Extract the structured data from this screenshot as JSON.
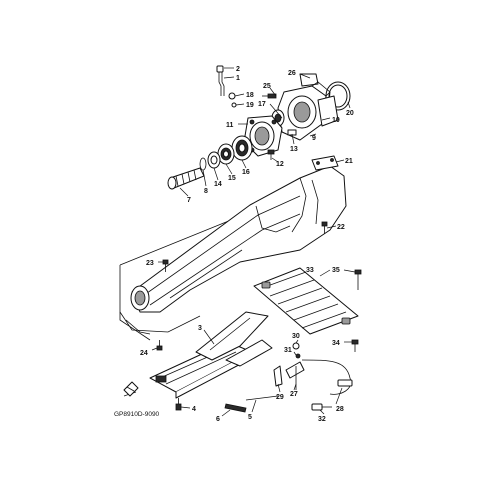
{
  "diagram": {
    "code": "GP8910D-9090",
    "callouts": [
      {
        "id": "c1",
        "text": "1"
      },
      {
        "id": "c2",
        "text": "2"
      },
      {
        "id": "c3",
        "text": "3"
      },
      {
        "id": "c4",
        "text": "4"
      },
      {
        "id": "c5",
        "text": "5"
      },
      {
        "id": "c6",
        "text": "6"
      },
      {
        "id": "c7",
        "text": "7"
      },
      {
        "id": "c8",
        "text": "8"
      },
      {
        "id": "c9",
        "text": "9"
      },
      {
        "id": "c10",
        "text": "10"
      },
      {
        "id": "c11",
        "text": "11"
      },
      {
        "id": "c12",
        "text": "12"
      },
      {
        "id": "c13",
        "text": "13"
      },
      {
        "id": "c14",
        "text": "14"
      },
      {
        "id": "c15",
        "text": "15"
      },
      {
        "id": "c16",
        "text": "16"
      },
      {
        "id": "c17",
        "text": "17"
      },
      {
        "id": "c18",
        "text": "18"
      },
      {
        "id": "c19",
        "text": "19"
      },
      {
        "id": "c20",
        "text": "20"
      },
      {
        "id": "c21",
        "text": "21"
      },
      {
        "id": "c22",
        "text": "22"
      },
      {
        "id": "c23",
        "text": "23"
      },
      {
        "id": "c24",
        "text": "24"
      },
      {
        "id": "c25",
        "text": "25"
      },
      {
        "id": "c26",
        "text": "26"
      },
      {
        "id": "c27",
        "text": "27"
      },
      {
        "id": "c28",
        "text": "28"
      },
      {
        "id": "c29",
        "text": "29"
      },
      {
        "id": "c30",
        "text": "30"
      },
      {
        "id": "c31",
        "text": "31"
      },
      {
        "id": "c32",
        "text": "32"
      },
      {
        "id": "c33",
        "text": "33"
      },
      {
        "id": "c34",
        "text": "34"
      },
      {
        "id": "c35",
        "text": "35"
      }
    ]
  }
}
